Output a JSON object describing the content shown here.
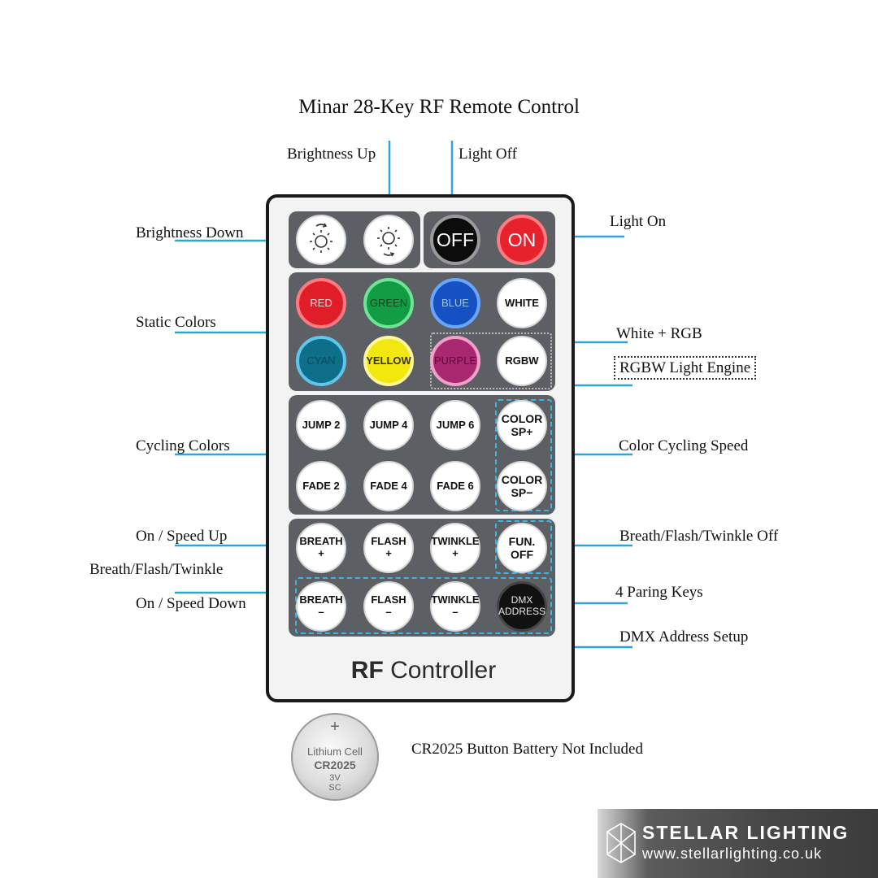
{
  "title": "Minar 28-Key RF Remote Control",
  "labels": {
    "brightness_up": "Brightness Up",
    "light_off": "Light Off",
    "brightness_down": "Brightness Down",
    "light_on": "Light On",
    "static_colors": "Static Colors",
    "white_rgb": "White + RGB",
    "rgbw_engine": "RGBW Light Engine",
    "cycling_colors": "Cycling Colors",
    "color_cycling_speed": "Color Cycling Speed",
    "on_speed_up": "On / Speed Up",
    "breath_flash_twinkle": "Breath/Flash/Twinkle",
    "on_speed_down": "On / Speed Down",
    "bft_off": "Breath/Flash/Twinkle Off",
    "paring_keys": "4 Paring Keys",
    "dmx_setup": "DMX Address Setup",
    "battery_note": "CR2025 Button Battery Not Included"
  },
  "remote": {
    "brand_rf": "RF",
    "brand_controller": "Controller",
    "keys": {
      "off": "OFF",
      "on": "ON",
      "red": "RED",
      "green": "GREEN",
      "blue": "BLUE",
      "white": "WHITE",
      "cyan": "CYAN",
      "yellow": "YELLOW",
      "purple": "PURPLE",
      "rgbw": "RGBW",
      "jump2": "JUMP 2",
      "jump4": "JUMP 4",
      "jump6": "JUMP 6",
      "color_sp_plus_1": "COLOR",
      "color_sp_plus_2": "SP+",
      "fade2": "FADE 2",
      "fade4": "FADE 4",
      "fade6": "FADE 6",
      "color_sp_minus_1": "COLOR",
      "color_sp_minus_2": "SP−",
      "breath": "BREATH",
      "flash": "FLASH",
      "twinkle": "TWINKLE",
      "plus": "+",
      "minus": "–",
      "fun_1": "FUN.",
      "fun_2": "OFF",
      "dmx_1": "DMX",
      "dmx_2": "ADDRESS"
    },
    "icons": [
      "brightness-down-icon",
      "brightness-up-icon"
    ]
  },
  "battery": {
    "plus": "+",
    "line1": "Lithium Cell",
    "line2": "CR2025",
    "line3": "3V",
    "line4": "SC"
  },
  "logo": {
    "name": "STELLAR LIGHTING",
    "url": "www.stellarlighting.co.uk"
  },
  "colors": {
    "callout": "#2aa7d9",
    "remote_panel": "#5c5f63",
    "on_key": "#e8222c",
    "off_key": "#0c0c0c"
  }
}
